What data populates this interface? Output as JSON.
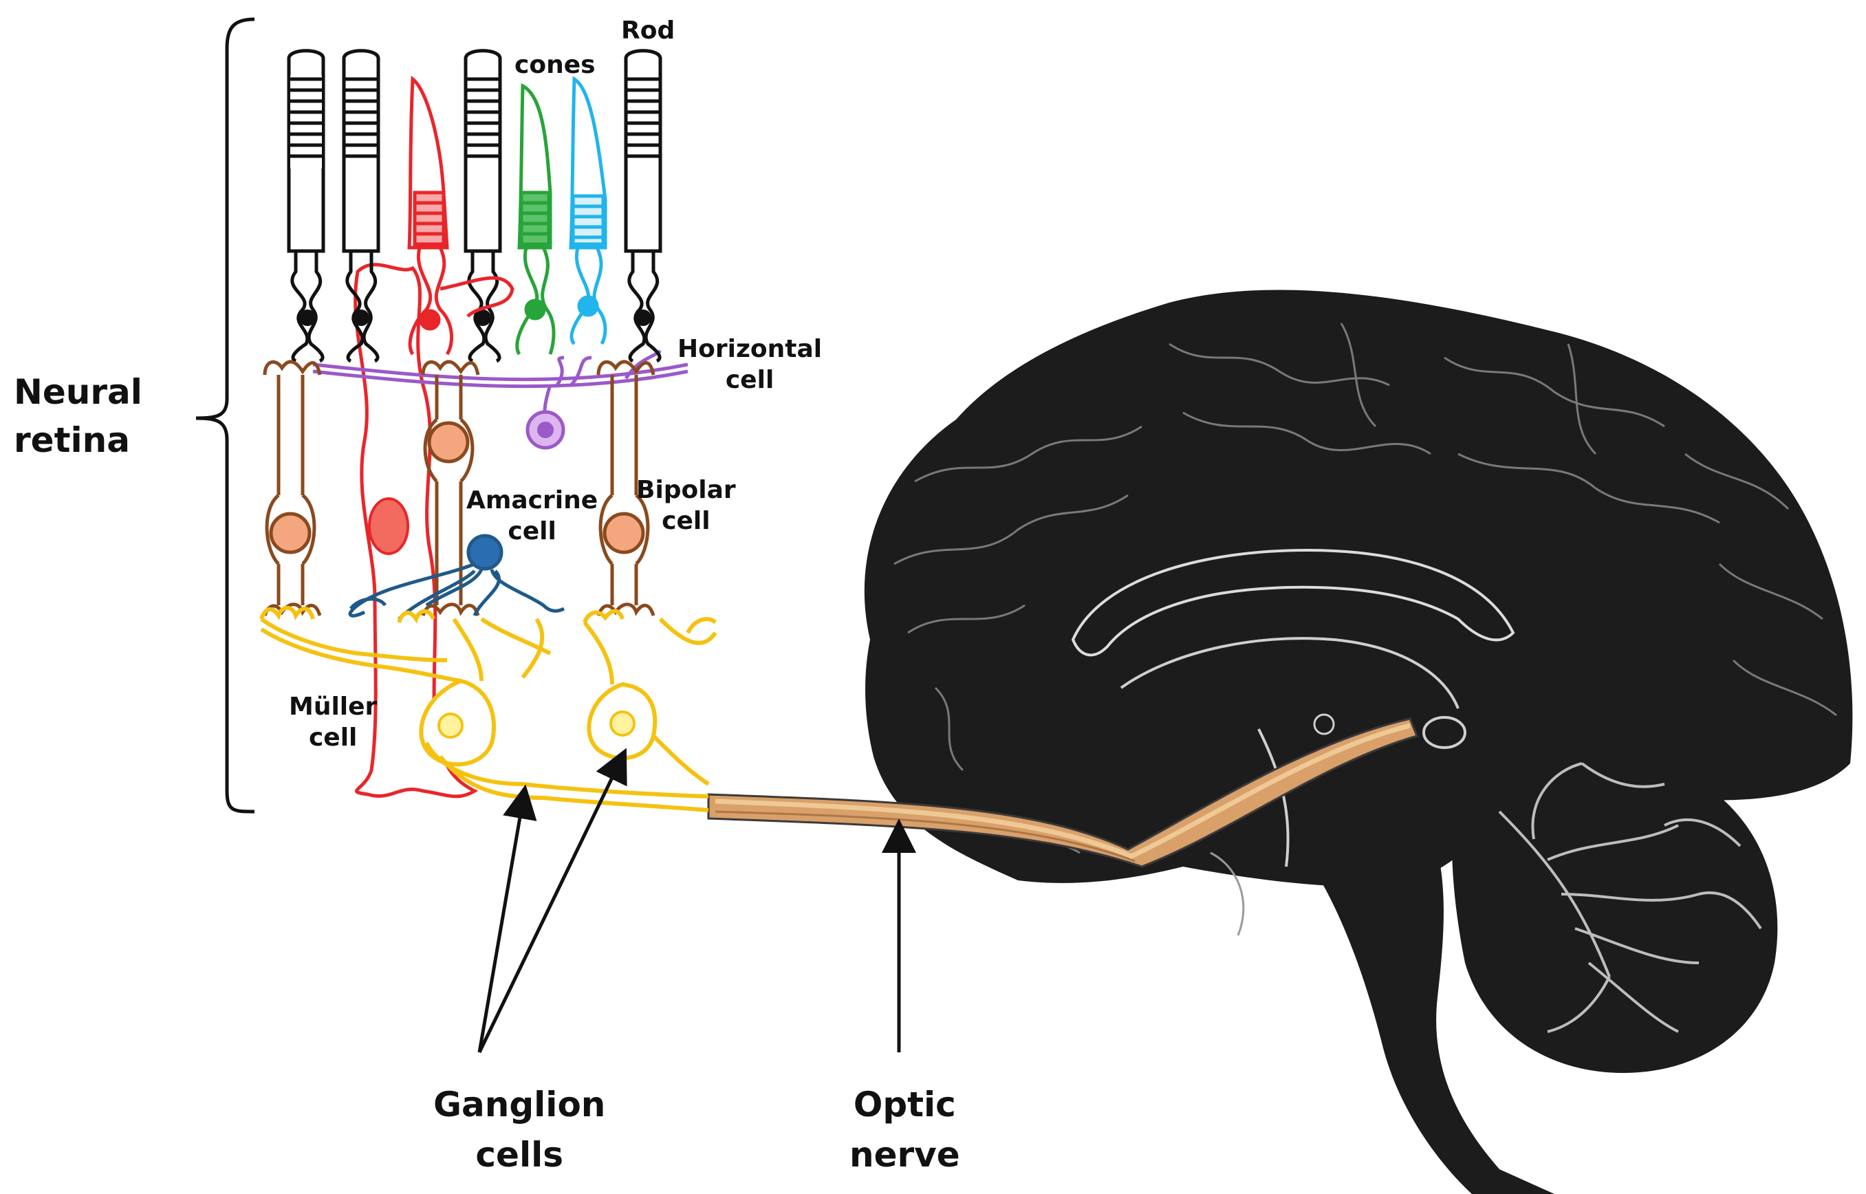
{
  "labels": {
    "neural_retina": "Neural\nretina",
    "rod": "Rod",
    "cones": "cones",
    "horizontal_cell": "Horizontal\ncell",
    "amacrine_cell": "Amacrine\ncell",
    "bipolar_cell": "Bipolar\ncell",
    "muller_cell": "Müller\ncell",
    "ganglion_cells": "Ganglion\ncells",
    "optic_nerve": "Optic\nnerve"
  },
  "colors": {
    "rod": "#111111",
    "red_cone": "#e8262a",
    "green_cone": "#27a43a",
    "blue_cone": "#22b4ec",
    "bipolar": "#8a4a1e",
    "bipolar_nucleus": "#f4a77f",
    "horizontal": "#9b59c9",
    "amacrine": "#1f5a8a",
    "ganglion": "#f5c211",
    "muller": "#e8262a",
    "brain": "#1c1c1c",
    "optic_nerve": "#d9a06a"
  },
  "icons": [
    "rod-cell",
    "cone-cell",
    "bipolar-cell",
    "horizontal-cell",
    "amacrine-cell",
    "ganglion-cell",
    "muller-cell",
    "brain-sagittal",
    "optic-nerve"
  ]
}
